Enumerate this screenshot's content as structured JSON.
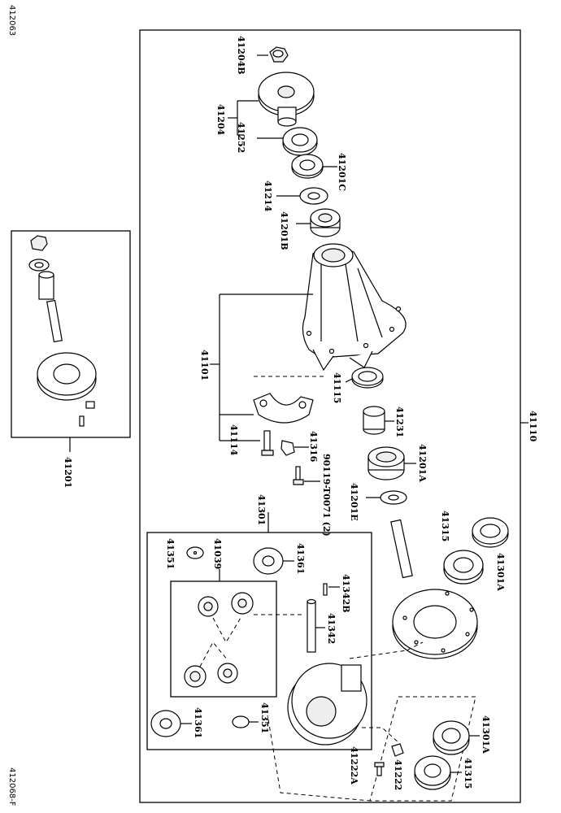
{
  "diagram": {
    "corner_top": "412063",
    "corner_bottom": "412068-F",
    "labels": {
      "l41204B": "41204B",
      "l41204": "41204",
      "l41252": "41252",
      "l41201C": "41201C",
      "l41214": "41214",
      "l41201B": "41201B",
      "l41101": "41101",
      "l41115": "41115",
      "l41114": "41114",
      "l41316": "41316",
      "l90119": "90119-T0071 (2)",
      "l41231": "41231",
      "l41201A": "41201A",
      "l41201E": "41201E",
      "l41110": "41110",
      "l41301": "41301",
      "l41315a": "41315",
      "l41301Aa": "41301A",
      "l41351a": "41351",
      "l41039": "41039",
      "l41361a": "41361",
      "l41342B": "41342B",
      "l41342": "41342",
      "l41361b": "41361",
      "l41351b": "41351",
      "l41301Ab": "41301A",
      "l41315b": "41315",
      "l41222": "41222",
      "l41222A": "41222A",
      "l41201": "41201"
    }
  }
}
